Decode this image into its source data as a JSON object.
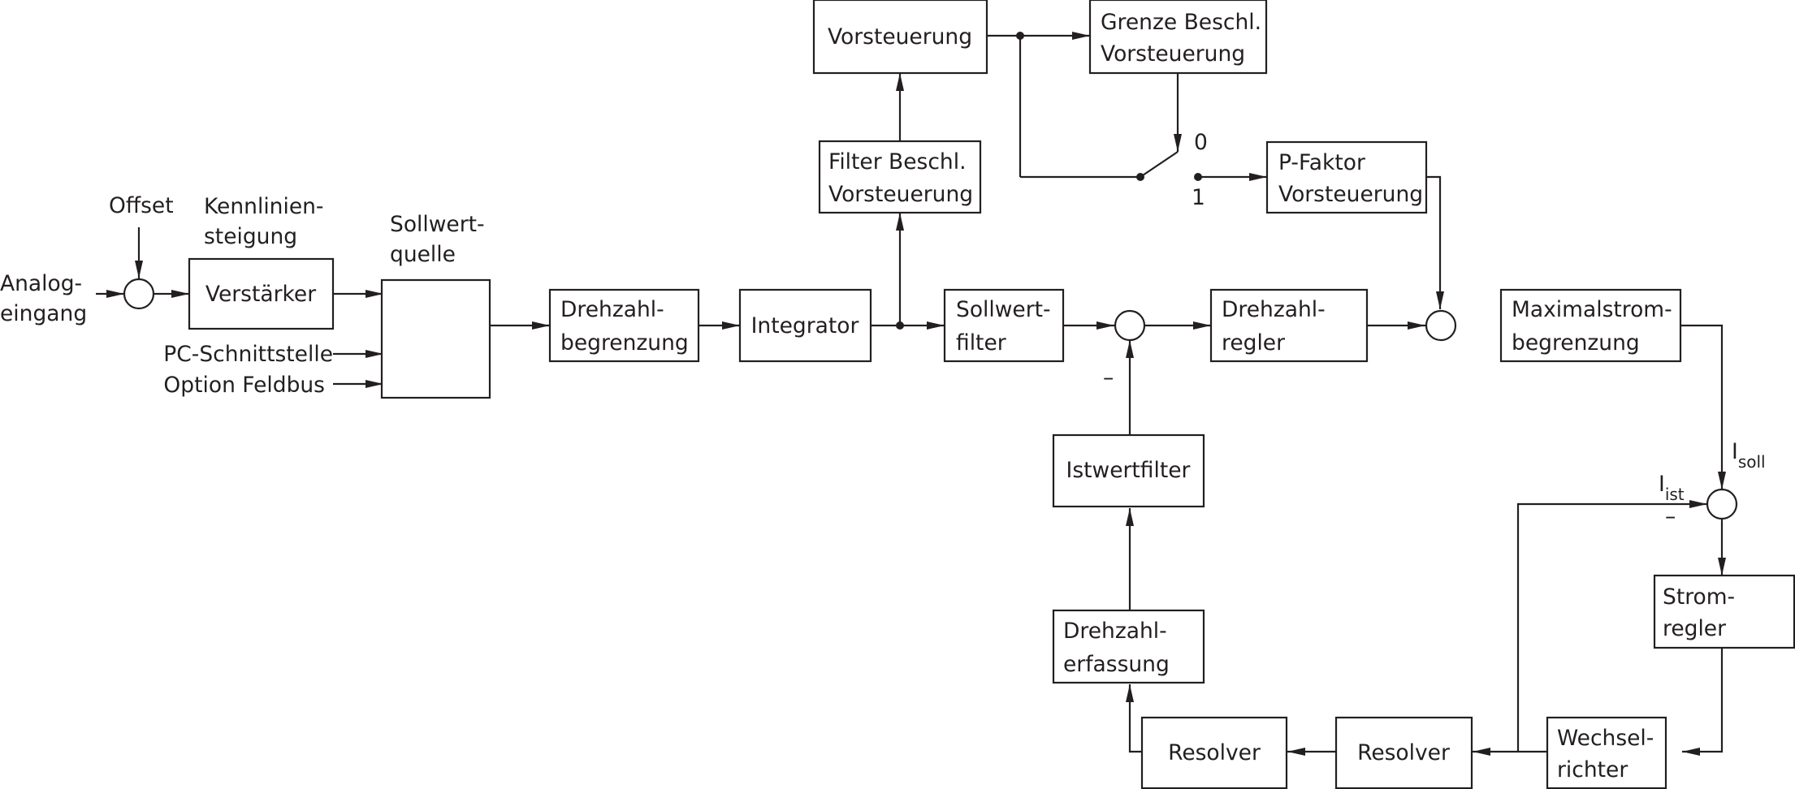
{
  "blocks": {
    "verstaerker": [
      "Verstärker"
    ],
    "drehzahlbegrenzung": [
      "Drehzahl-",
      "begrenzung"
    ],
    "integrator": [
      "Integrator"
    ],
    "vorsteuerung": [
      "Vorsteuerung"
    ],
    "filter_beschl": [
      "Filter Beschl.",
      "Vorsteuerung"
    ],
    "grenze_beschl": [
      "Grenze Beschl.",
      "Vorsteuerung"
    ],
    "p_faktor": [
      "P-Faktor",
      "Vorsteuerung"
    ],
    "sollwertfilter": [
      "Sollwert-",
      "filter"
    ],
    "drehzahlregler": [
      "Drehzahl-",
      "regler"
    ],
    "maximalstrom": [
      "Maximalstrom-",
      "begrenzung"
    ],
    "istwertfilter": [
      "Istwertfilter"
    ],
    "drehzahlerfassung": [
      "Drehzahl-",
      "erfassung"
    ],
    "stromregler": [
      "Strom-",
      "regler"
    ],
    "wechselrichter": [
      "Wechsel-",
      "richter"
    ],
    "resolver_left": [
      "Resolver"
    ],
    "resolver_right": [
      "Resolver"
    ]
  },
  "labels": {
    "analogeingang": [
      "Analog-",
      "eingang"
    ],
    "offset": "Offset",
    "kennliniensteigung": [
      "Kennlinien-",
      "steigung"
    ],
    "sollwertquelle": [
      "Sollwert-",
      "quelle"
    ],
    "pc_schnittstelle": "PC-Schnittstelle",
    "option_feldbus": "Option Feldbus",
    "switch_pos_0": "0",
    "switch_pos_1": "1",
    "minus_speed": "–",
    "minus_current": "–",
    "i_soll": {
      "main": "I",
      "sub": "soll"
    },
    "i_ist": {
      "main": "I",
      "sub": "ist"
    }
  }
}
